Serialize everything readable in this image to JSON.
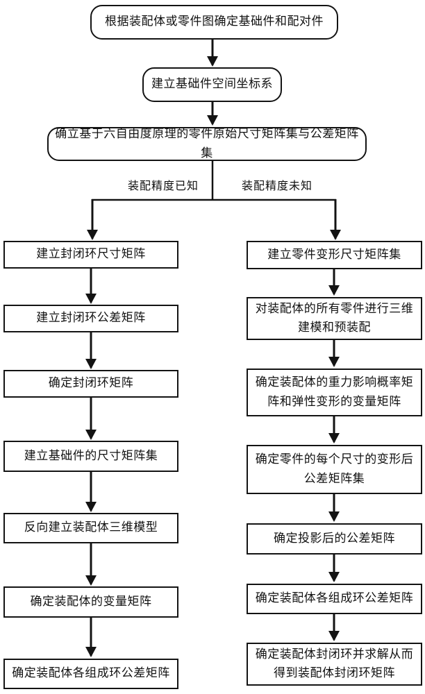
{
  "flowchart": {
    "top_nodes": [
      {
        "label": "根据装配体或零件图确定基础件和配对件"
      },
      {
        "label": "建立基础件空间坐标系"
      },
      {
        "label": "确立基于六自由度原理的零件原始尺寸矩阵集与公差矩阵集"
      }
    ],
    "branch_labels": {
      "left": "装配精度已知",
      "right": "装配精度未知"
    },
    "left_branch": [
      {
        "label": "建立封闭环尺寸矩阵"
      },
      {
        "label": "建立封闭环公差矩阵"
      },
      {
        "label": "确定封闭环矩阵"
      },
      {
        "label": "建立基础件的尺寸矩阵集"
      },
      {
        "label": "反向建立装配体三维模型"
      },
      {
        "label": "确定装配体的变量矩阵"
      },
      {
        "label": "确定装配体各组成环公差矩阵"
      }
    ],
    "right_branch": [
      {
        "label": "建立零件变形尺寸矩阵集"
      },
      {
        "label": "对装配体的所有零件进行三维建模和预装配"
      },
      {
        "label": "确定装配体的重力影响概率矩阵和弹性变形的变量矩阵"
      },
      {
        "label": "确定零件的每个尺寸的变形后公差矩阵集"
      },
      {
        "label": "确定投影后的公差矩阵"
      },
      {
        "label": "确定装配体各组成环公差矩阵"
      },
      {
        "label": "确定装配体封闭环并求解从而得到装配体封闭环矩阵"
      }
    ],
    "colors": {
      "line": "#131313",
      "border": "#131313",
      "background": "#ffffff",
      "text": "#111111"
    }
  }
}
